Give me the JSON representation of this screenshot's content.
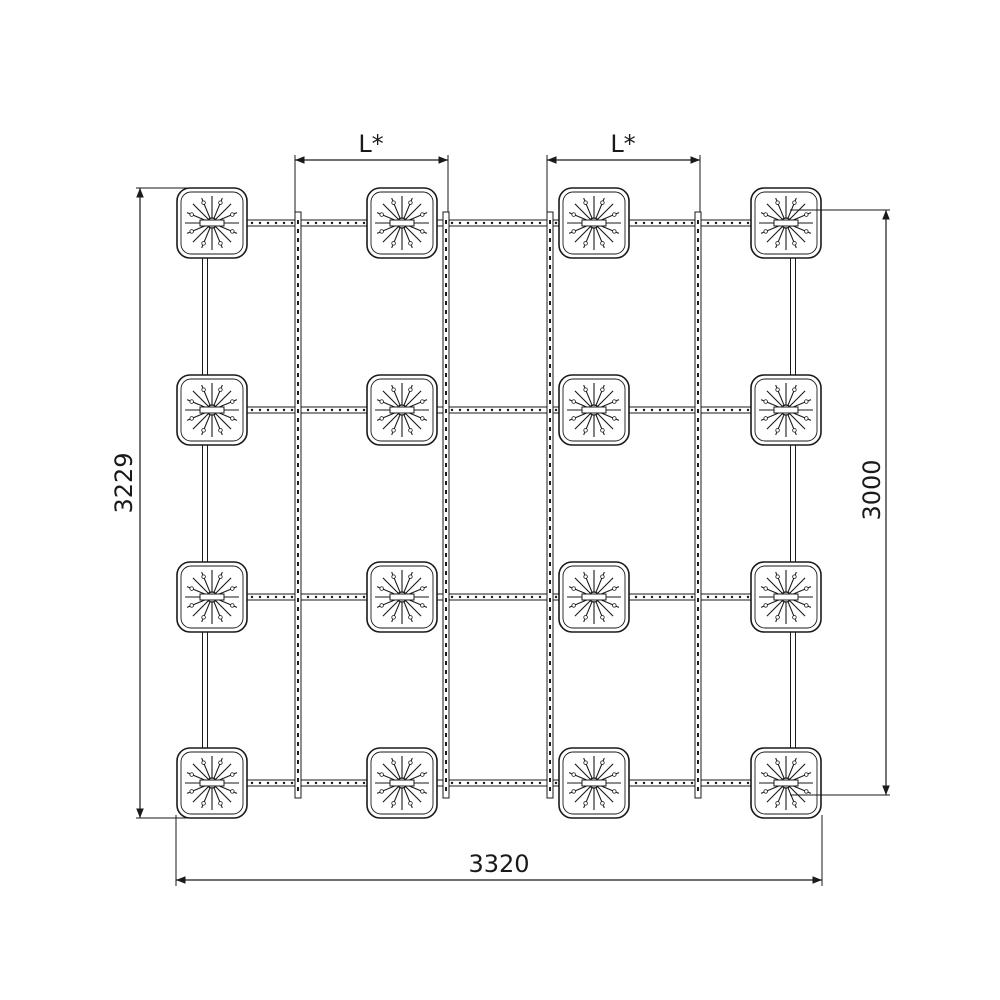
{
  "drawing": {
    "dimensions": {
      "overall_width": "3320",
      "overall_height": "3229",
      "inner_height": "3000",
      "span_left": "L*",
      "span_right": "L*"
    },
    "pads": {
      "rows": 4,
      "cols": 4
    },
    "colors": {
      "stroke": "#1a1a1a",
      "background": "#ffffff"
    }
  }
}
